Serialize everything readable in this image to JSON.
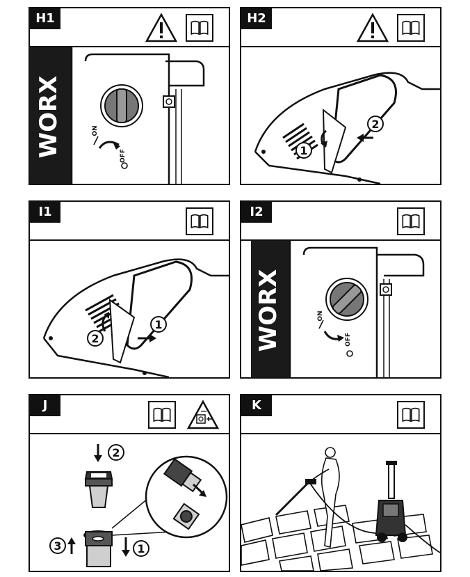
{
  "panels": {
    "h1": {
      "tag": "H1",
      "on_label": "ON",
      "off_label": "OFF",
      "brand": "WORX"
    },
    "h2": {
      "tag": "H2",
      "step1": "1",
      "step2": "2"
    },
    "i1": {
      "tag": "I1",
      "step1": "1",
      "step2": "2"
    },
    "i2": {
      "tag": "I2",
      "on_label": "ON",
      "off_label": "OFF",
      "brand": "WORX"
    },
    "j": {
      "tag": "J",
      "step1": "1",
      "step2": "2",
      "step3": "3"
    },
    "k": {
      "tag": "K"
    }
  },
  "colors": {
    "ink": "#111111",
    "paper": "#ffffff",
    "grey": "#8a8a8a",
    "light_grey": "#cfcfcf"
  }
}
